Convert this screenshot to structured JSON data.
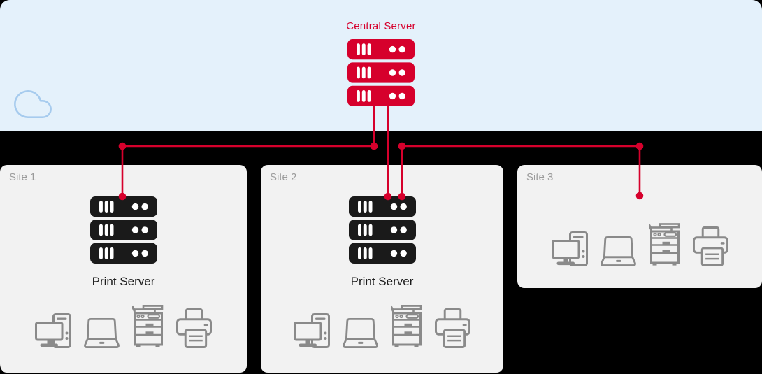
{
  "diagram": {
    "cloud": {
      "label": "Central Server",
      "icon": "cloud-icon",
      "server_icon": "server-stack-icon"
    },
    "sites": [
      {
        "label": "Site 1",
        "server_label": "Print Server",
        "has_print_server": true,
        "devices": [
          "desktop-computer",
          "laptop",
          "multifunction-printer",
          "printer"
        ]
      },
      {
        "label": "Site 2",
        "server_label": "Print Server",
        "has_print_server": true,
        "devices": [
          "desktop-computer",
          "laptop",
          "multifunction-printer",
          "printer"
        ]
      },
      {
        "label": "Site 3",
        "has_print_server": false,
        "devices": [
          "desktop-computer",
          "laptop",
          "multifunction-printer",
          "printer"
        ]
      }
    ],
    "connections": [
      {
        "from": "central-server",
        "to": "site-1-print-server"
      },
      {
        "from": "central-server",
        "to": "site-2-print-server"
      },
      {
        "from": "site-2-print-server",
        "to": "site-3"
      }
    ],
    "colors": {
      "accent_red": "#D6002C",
      "cloud_band_bg": "#E4F1FB",
      "cloud_outline": "#A6CBEE",
      "site_box_bg": "#F2F2F2",
      "device_icon_gray": "#8A8A8A",
      "server_black": "#1A1A1A",
      "site_label_gray": "#9B9B9B",
      "background": "#000000"
    }
  }
}
